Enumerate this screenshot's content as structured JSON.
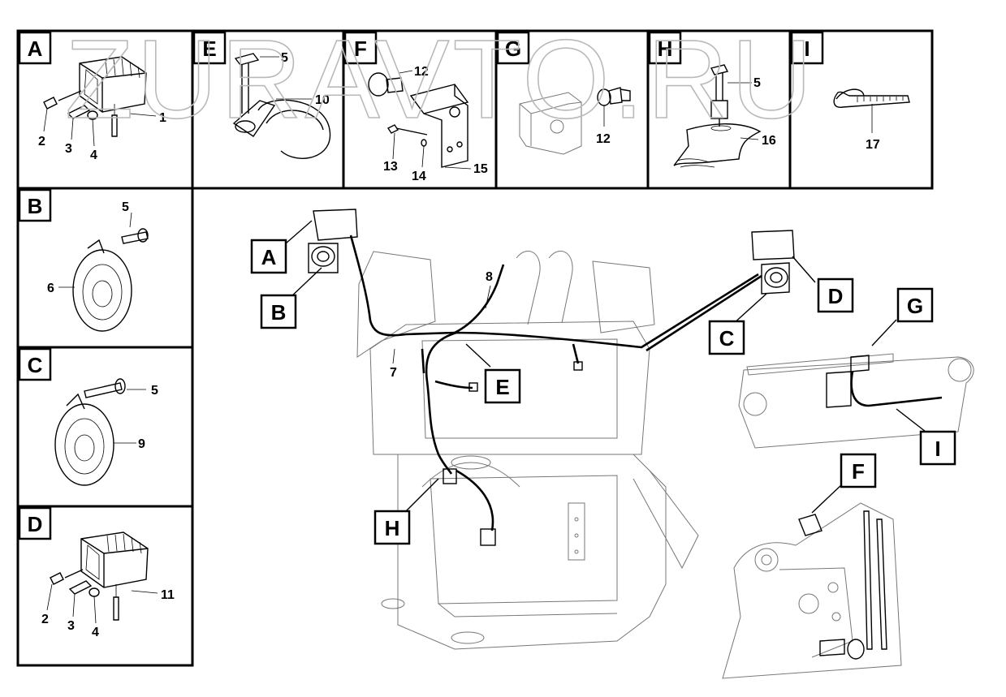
{
  "watermark": "ZURAVTO.RU",
  "panels": [
    {
      "id": "A",
      "callouts": [
        "2",
        "3",
        "4",
        "1"
      ]
    },
    {
      "id": "E",
      "callouts": [
        "5",
        "10"
      ]
    },
    {
      "id": "F",
      "callouts": [
        "12",
        "13",
        "14",
        "15"
      ]
    },
    {
      "id": "G",
      "callouts": [
        "12"
      ]
    },
    {
      "id": "H",
      "callouts": [
        "5",
        "16"
      ]
    },
    {
      "id": "I",
      "callouts": [
        "17"
      ]
    },
    {
      "id": "B",
      "callouts": [
        "5",
        "6"
      ]
    },
    {
      "id": "C",
      "callouts": [
        "5",
        "9"
      ]
    },
    {
      "id": "D",
      "callouts": [
        "2",
        "3",
        "4",
        "11"
      ]
    }
  ],
  "main_view": {
    "callouts": [
      "7",
      "8"
    ],
    "view_labels": [
      "A",
      "B",
      "C",
      "D",
      "E",
      "G",
      "I",
      "F",
      "H"
    ]
  }
}
